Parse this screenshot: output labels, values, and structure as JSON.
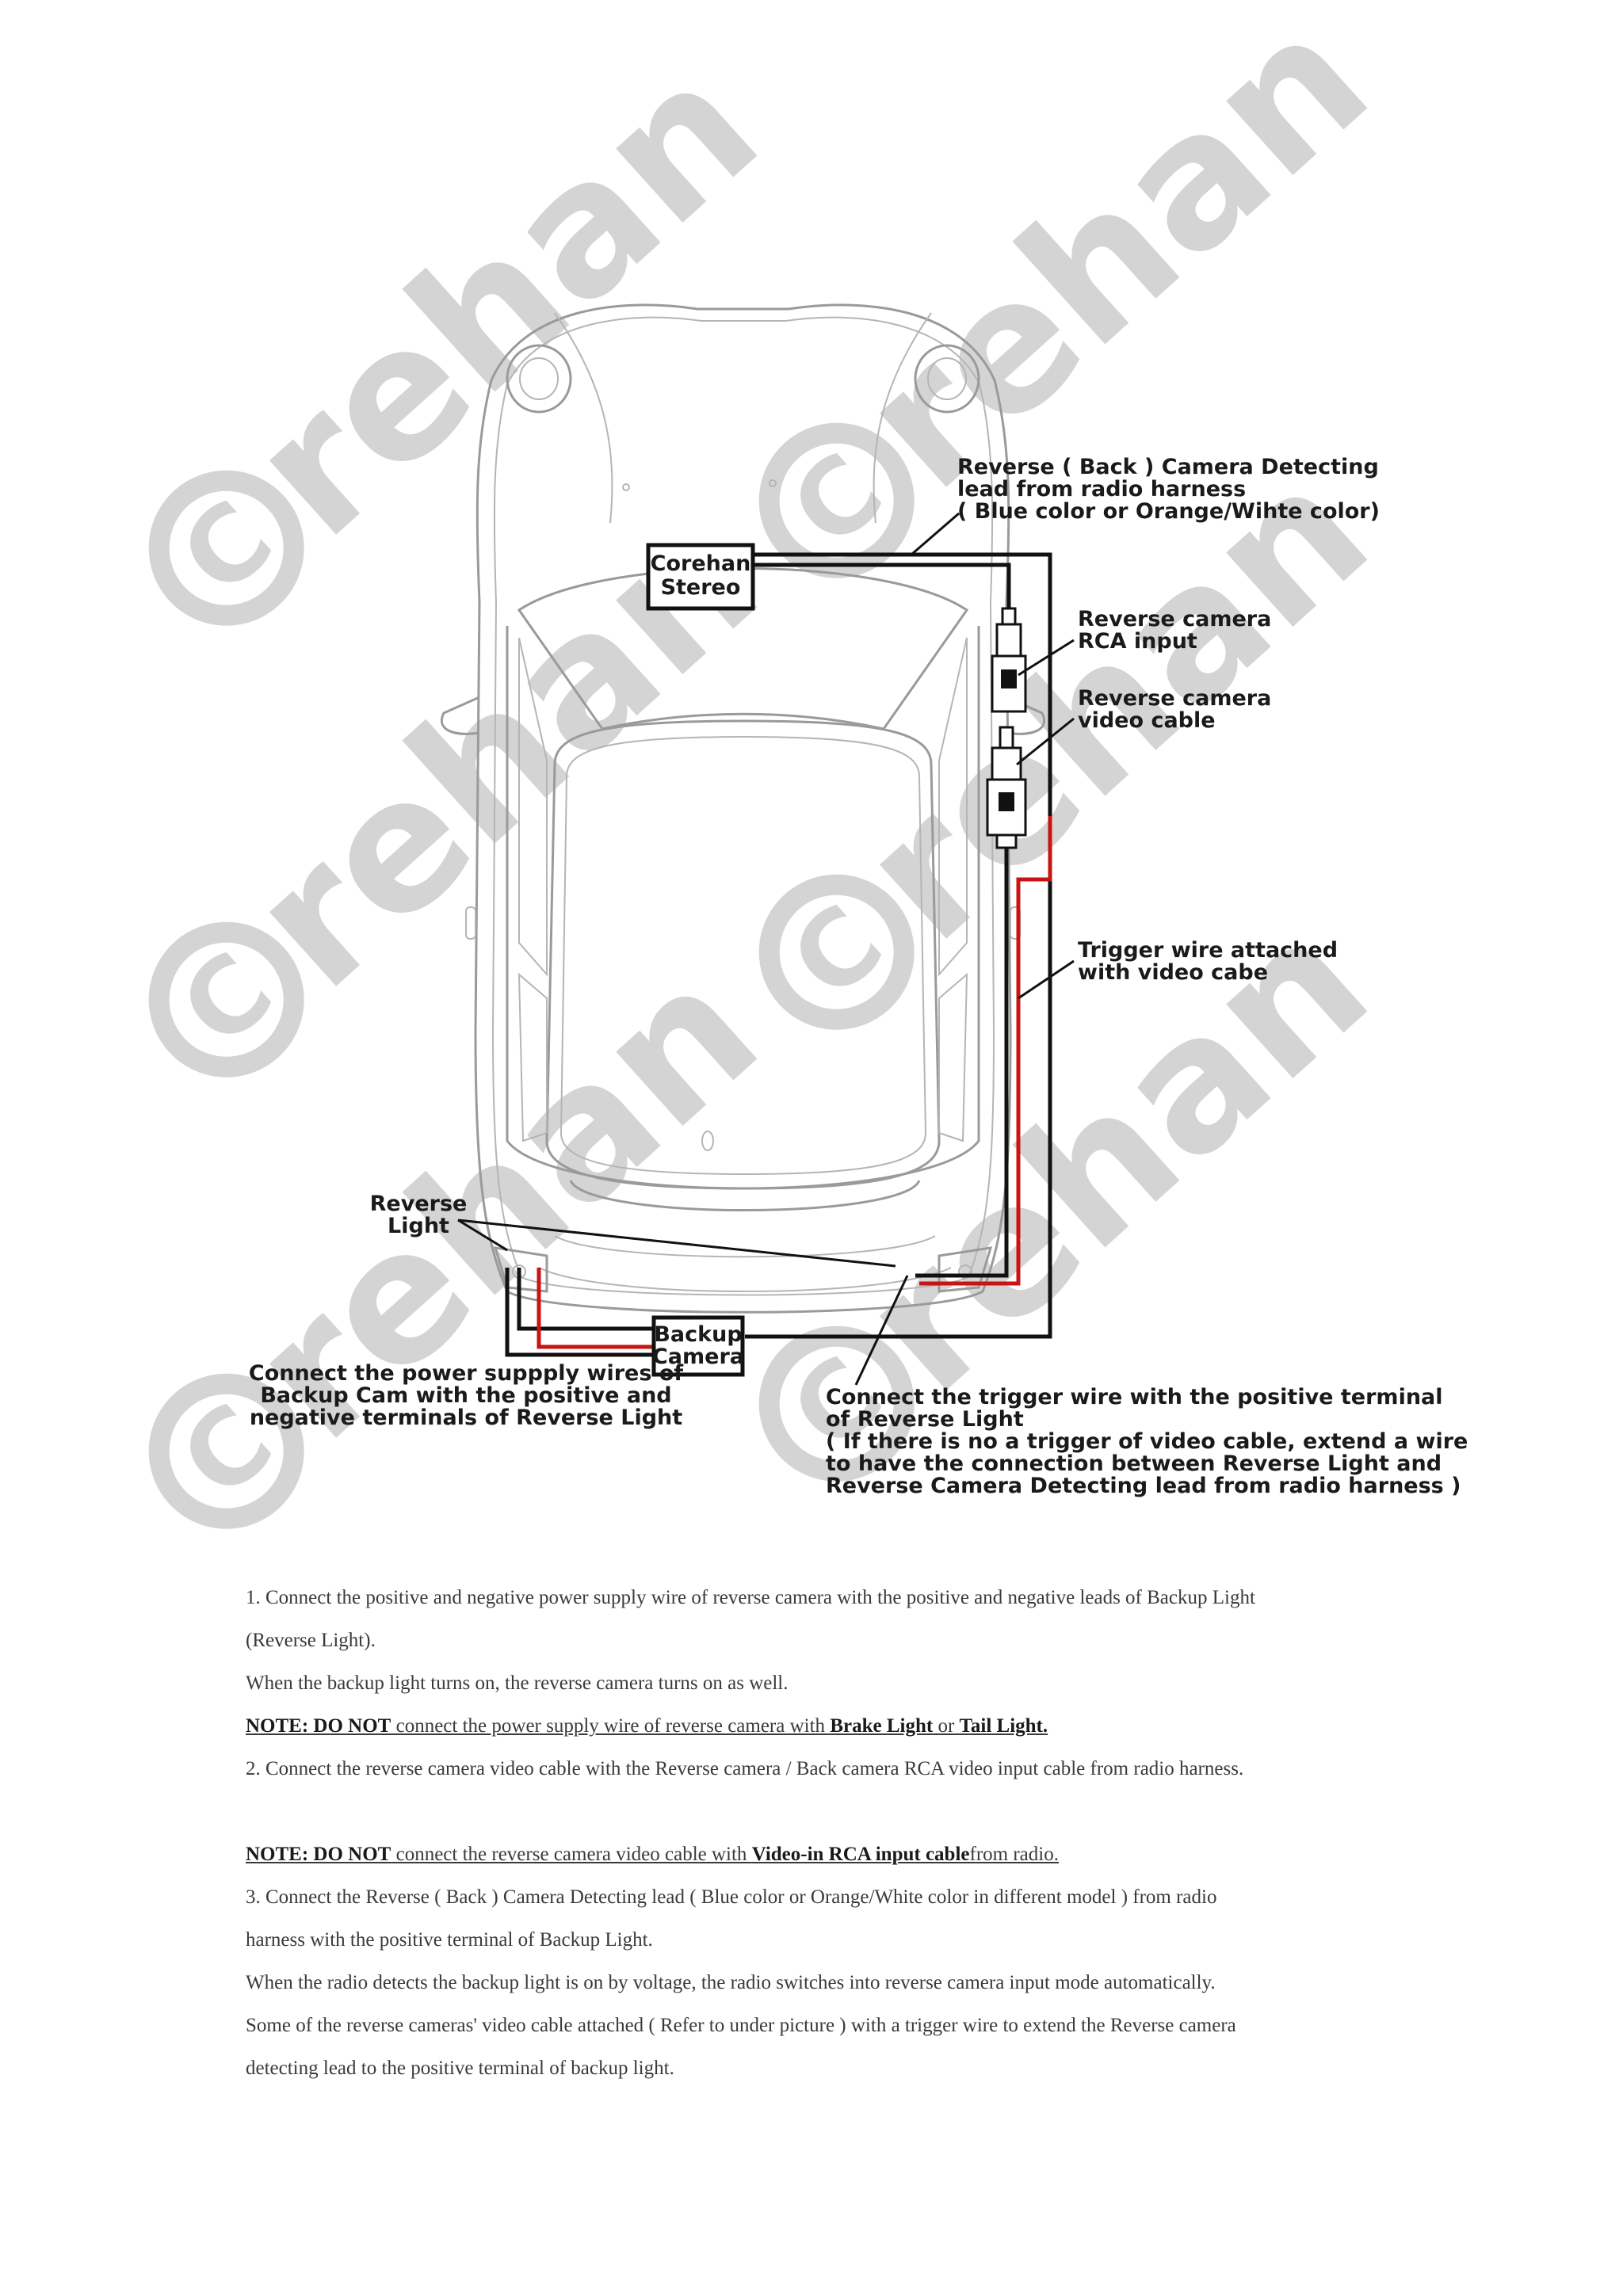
{
  "watermark": {
    "brand": "rehan",
    "c_mark": "C"
  },
  "diagram": {
    "stereo_box": [
      "Corehan",
      "Stereo"
    ],
    "camera_box": [
      "Backup",
      "Camera"
    ],
    "label_detect": [
      "Reverse ( Back ) Camera Detecting",
      "lead from radio harness",
      "( Blue color or Orange/Wihte color)"
    ],
    "label_rca": [
      "Reverse camera",
      "RCA input"
    ],
    "label_video": [
      "Reverse camera",
      "video cable"
    ],
    "label_trigger": [
      "Trigger wire attached",
      "with video cabe"
    ],
    "label_reverse_light": [
      "Reverse",
      "Light"
    ],
    "label_power": [
      "Connect the power suppply wires of",
      "Backup Cam with the positive and",
      "negative terminals of Reverse Light"
    ],
    "label_connect_trigger": [
      "Connect the trigger wire with  the positive terminal",
      "of Reverse Light",
      "( If there is no a trigger of video cable, extend a wire",
      "to have the connection between Reverse Light and",
      "Reverse Camera Detecting lead from radio harness )"
    ]
  },
  "instructions": {
    "step1_a": "1. Connect the positive and negative power supply wire of reverse camera with the positive and negative leads of Backup Light",
    "step1_b": "(Reverse Light).",
    "step1_c": "When the backup light turns on, the reverse camera turns on as well.",
    "note1": {
      "prefix": "NOTE: DO NOT",
      "mid": " connect the power supply wire of reverse camera with ",
      "b1": "Brake Light",
      "or": " or ",
      "b2": "Tail Light."
    },
    "step2": "2. Connect the reverse camera video cable with the Reverse camera / Back camera RCA video input cable from radio harness.",
    "note2": {
      "prefix": "NOTE: DO NOT",
      "mid": " connect the reverse camera video cable with ",
      "b1": "Video-in RCA input cable",
      "suffix": "from radio."
    },
    "step3_a": "3. Connect the Reverse ( Back ) Camera Detecting lead ( Blue color or Orange/White color in different model ) from radio",
    "step3_b": "harness with the positive terminal of Backup Light.",
    "step3_c": "When the radio detects the backup light is on by voltage, the radio switches into reverse camera input mode automatically.",
    "step3_d": "Some of the reverse cameras' video cable attached ( Refer to under picture ) with a trigger wire to extend the Reverse camera",
    "step3_e": "detecting lead to the positive terminal of backup light."
  }
}
